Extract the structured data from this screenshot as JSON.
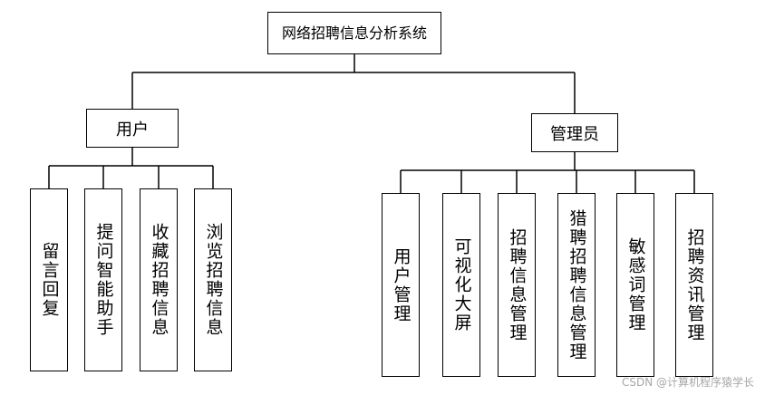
{
  "root": {
    "label": "网络招聘信息分析系统"
  },
  "groups": [
    {
      "label": "用户",
      "children": [
        "留言回复",
        "提问智能助手",
        "收藏招聘信息",
        "浏览招聘信息"
      ]
    },
    {
      "label": "管理员",
      "children": [
        "用户管理",
        "可视化大屏",
        "招聘信息管理",
        "猎聘招聘信息管理",
        "敏感词管理",
        "招聘资讯管理"
      ]
    }
  ],
  "watermark": "CSDN @计算机程序猿学长"
}
